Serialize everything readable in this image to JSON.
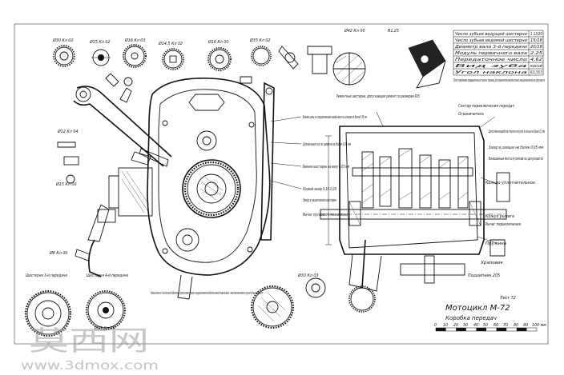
{
  "sheet": {
    "title_block": {
      "model": "Мотоцикл М-72",
      "part": "Коробка передач",
      "sheet_no": "Лист 72",
      "scale_numbers": [
        "0",
        "10",
        "20",
        "30",
        "40",
        "50",
        "60",
        "70",
        "80",
        "90",
        "100 мм"
      ]
    },
    "spec_table": {
      "rows": [
        {
          "label": "Число зубьев ведущей шестерни",
          "value": "1 13/20"
        },
        {
          "label": "Число зубьев ведомой шестерни",
          "value": "15/18"
        },
        {
          "label": "Диаметр вала 3-й передачи",
          "value": "20/18"
        },
        {
          "label": "Модуль первичного вала",
          "value": "2,25"
        },
        {
          "label": "Передаточное число",
          "value": "4,62"
        },
        {
          "label": "Вид зуба",
          "value": "косой"
        },
        {
          "label": "Угол наклона",
          "value": "R31,5/0,5"
        }
      ]
    },
    "top_note": "После торможения предварительно отпускать пружины до ограничителя вилкой вставки; изношенная вилка не допускается",
    "notes": [
      "Биение шлиц на подшипниковой шейке вала по шлицам не более 0,05 мм",
      "Шпоночный паз по ширине не более 0,05 мм",
      "Биение шестерен на валу 0,03 мм",
      "Осевой зазор 0,15–0,20",
      "Зазор в зацеплении шестерен",
      "Допустимая выработка плоскости втулок в кольце не более 0,2 мм",
      "Зазор в шлицах не более 0,05 мм",
      "Изношенные места кулачков не допускаются",
      "Ремонтные шестерни, допускающие ремонт по размерам R35",
      "Сектор переключения передач",
      "Ограничитель",
      "Кольцо уплотнительное",
      "Кожух рычага",
      "Рычаг переключения",
      "Пружина",
      "Храповик",
      "Подшипник 205",
      "Шестерня 3-й передачи",
      "Шестерня 4-й передачи",
      "Рычаг пускового механизма"
    ],
    "bottom_note": "Размеры шестерен: вал 4, и шестерня разм. 8 приблизительно. Допускается ремонт наплавкой с последующей механической обработкой и закалкой. Направление резьбы — правое. Накатанная поверхность; допускается биение не более 0,1 мм",
    "small_labels": [
      "Ø30 Кл 02",
      "Ø15 Кл 02",
      "Ø16 Кл 03",
      "Ø14,5 Кл 02",
      "Ø16 Кл 00",
      "Ø35 Кл 02",
      "Ø12 Кл 04",
      "Ø15 Кл 00",
      "Ø6 Кл 00",
      "Ø30 Кл 03",
      "Ø15 Кл 05",
      "R1,25",
      "Ø42 Кл 00"
    ]
  },
  "watermark": {
    "text": "莫西网",
    "url": "www.3dmox.com"
  }
}
